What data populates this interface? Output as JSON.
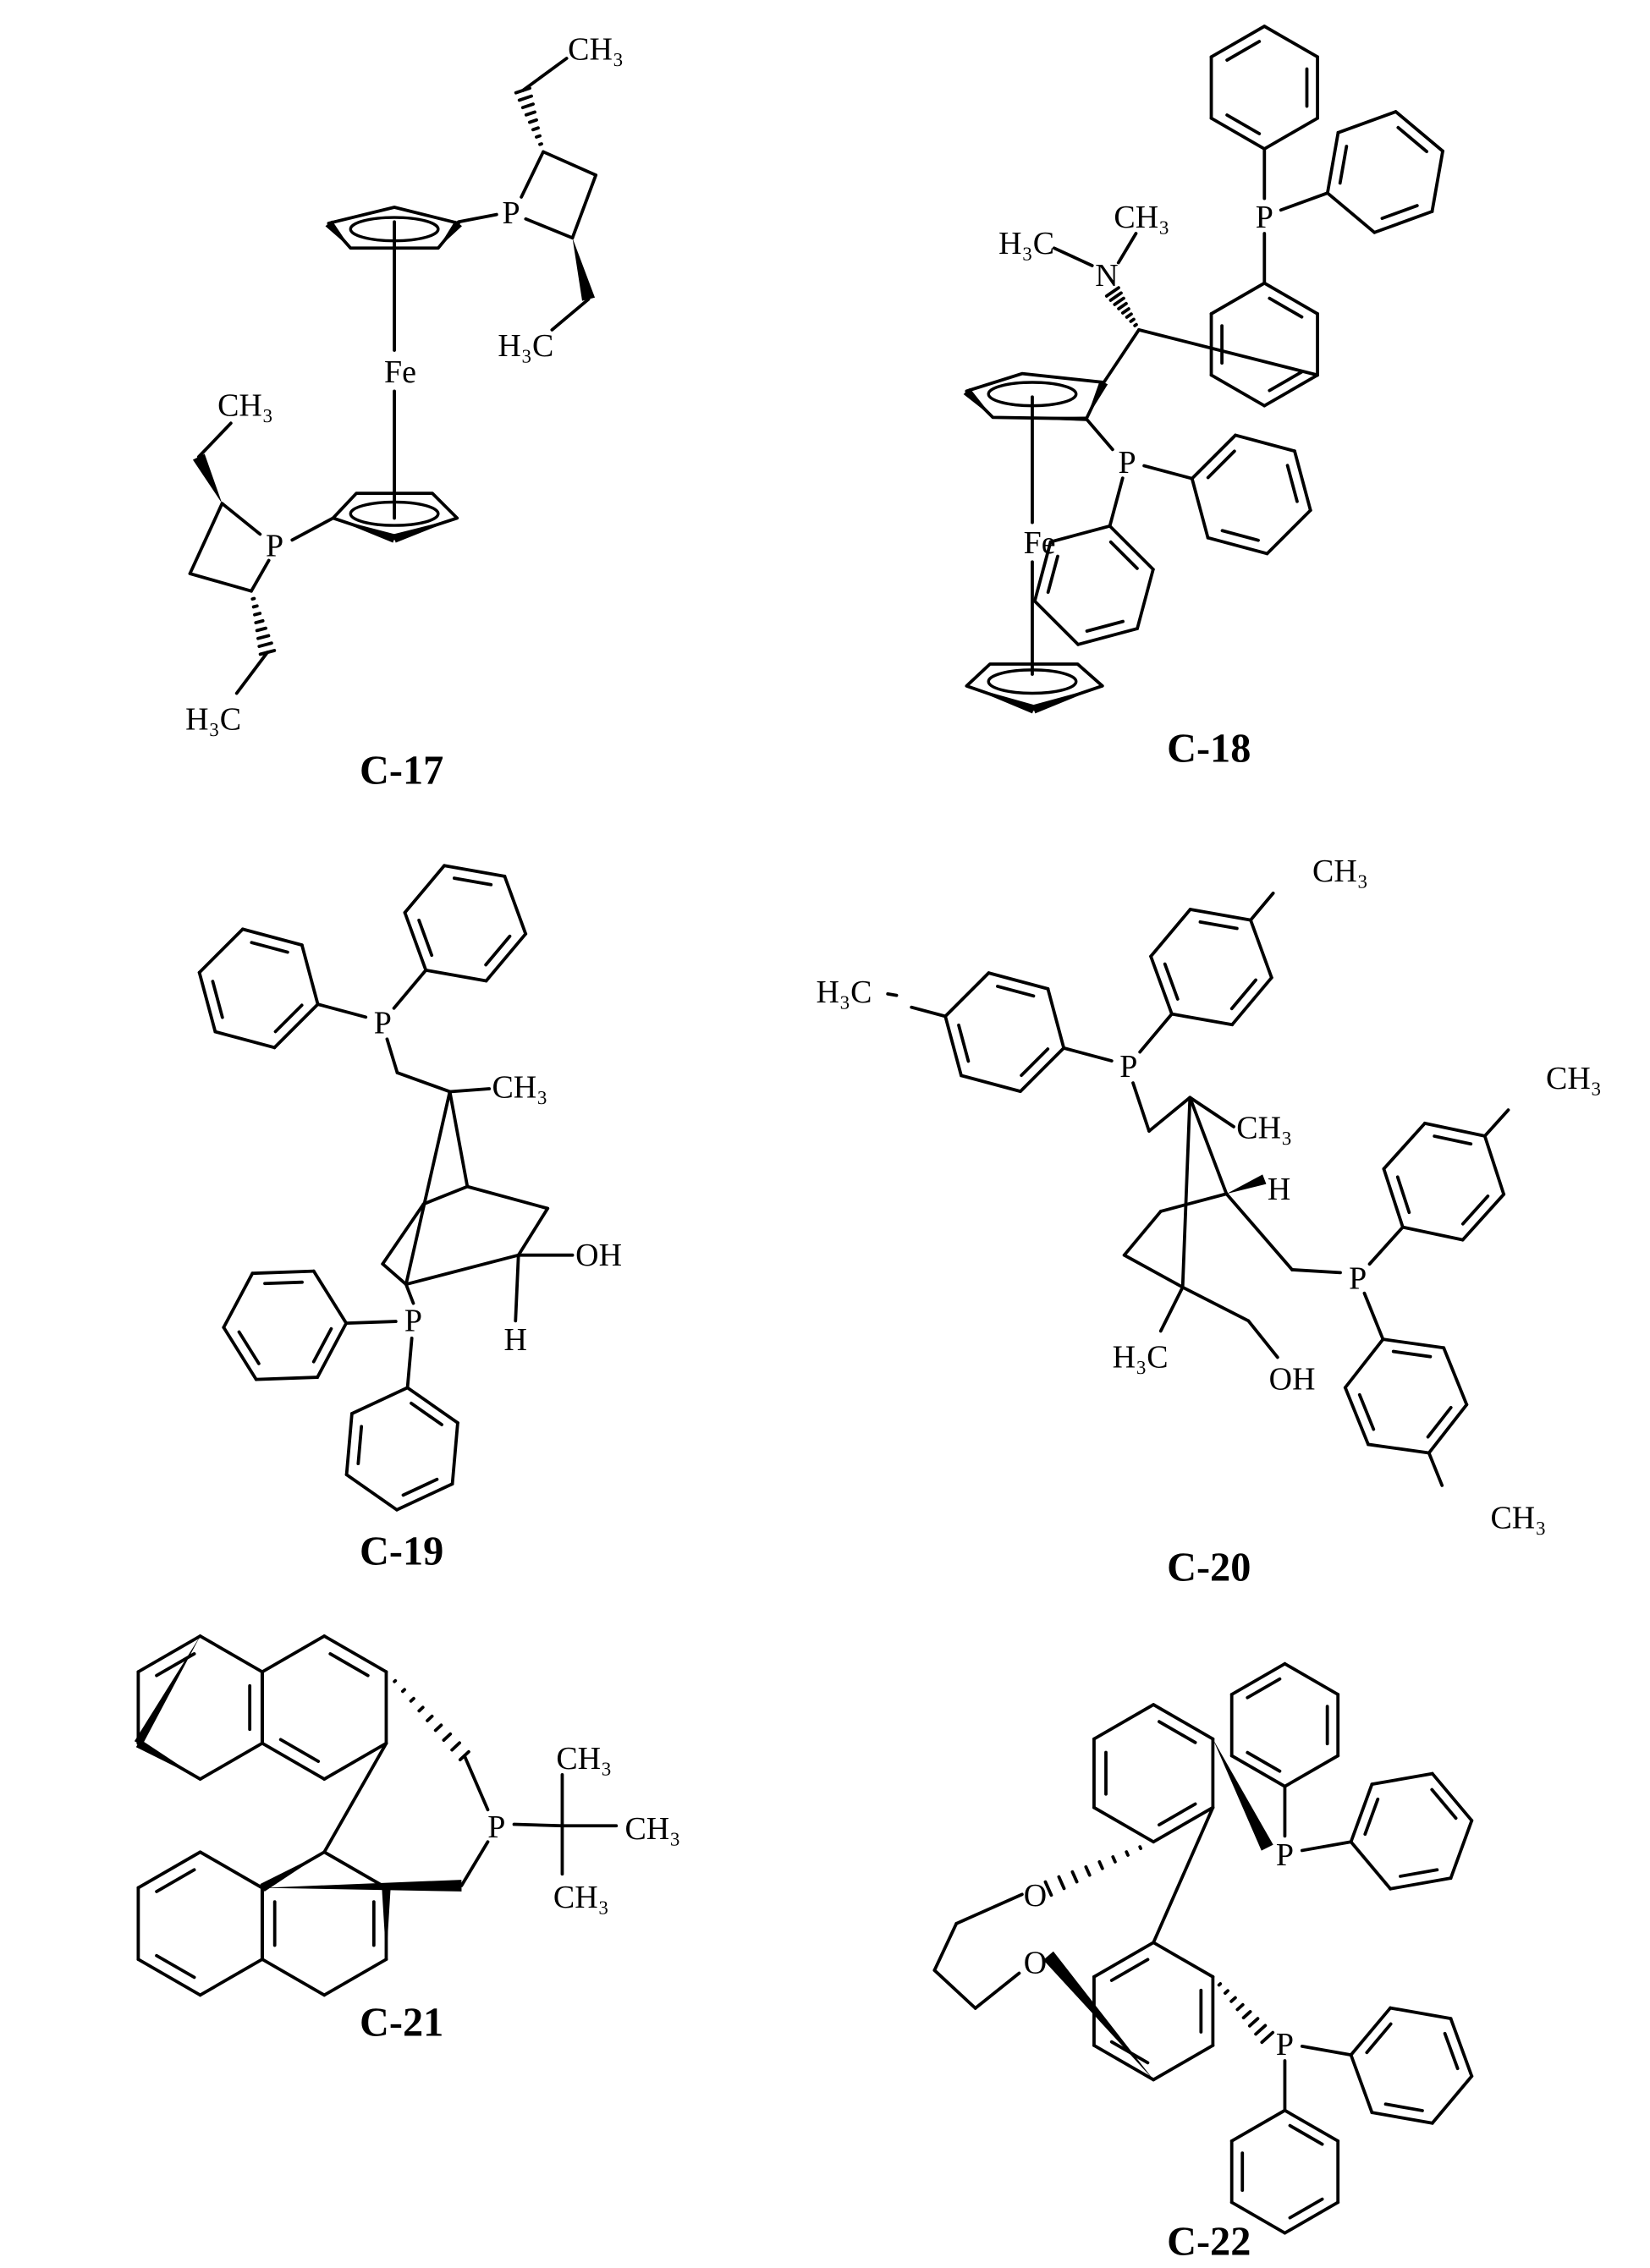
{
  "compounds": [
    {
      "label": "C-17",
      "atoms": [
        "CH₃",
        "P",
        "H₃C",
        "Fe",
        "CH₃",
        "P",
        "H₃C"
      ]
    },
    {
      "label": "C-18",
      "atoms": [
        "P",
        "H₃C",
        "N",
        "CH₃",
        "P",
        "Fe"
      ]
    },
    {
      "label": "C-19",
      "atoms": [
        "P",
        "CH₃",
        "OH",
        "H",
        "P"
      ]
    },
    {
      "label": "C-20",
      "atoms": [
        "CH₃",
        "H₃C",
        "P",
        "CH₃",
        "H",
        "CH₃",
        "P",
        "H₃C",
        "OH",
        "CH₃"
      ]
    },
    {
      "label": "C-21",
      "atoms": [
        "CH₃",
        "P",
        "CH₃",
        "CH₃"
      ]
    },
    {
      "label": "C-22",
      "atoms": [
        "P",
        "O",
        "O",
        "P"
      ]
    }
  ]
}
